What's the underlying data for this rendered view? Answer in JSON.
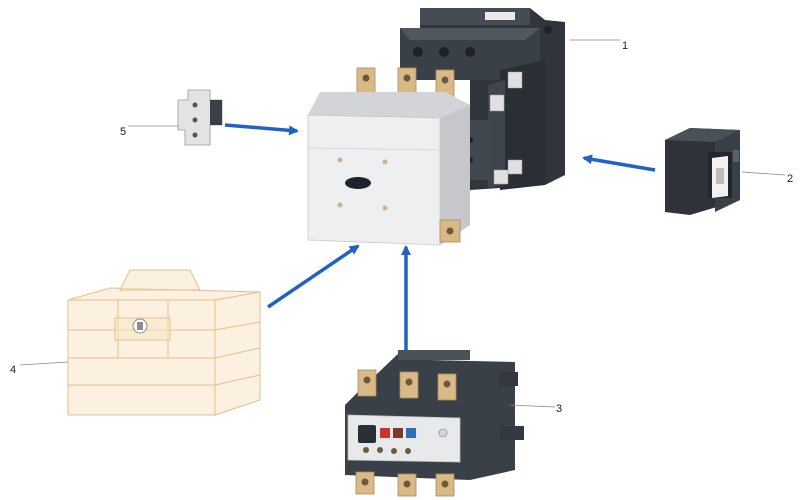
{
  "callouts": {
    "contactor": "1",
    "terminal_cover": "2",
    "overload_relay": "3",
    "protective_cover": "4",
    "mounting_block": "5"
  },
  "colors": {
    "arrow": "#1f63c4",
    "body_dark": "#3a4047",
    "body_darker": "#2a2f35",
    "arc_chute": "#e9eaec",
    "terminal_brass": "#d9b986",
    "cover_transparent": "#f3d7a8",
    "leader_line": "#888888"
  }
}
